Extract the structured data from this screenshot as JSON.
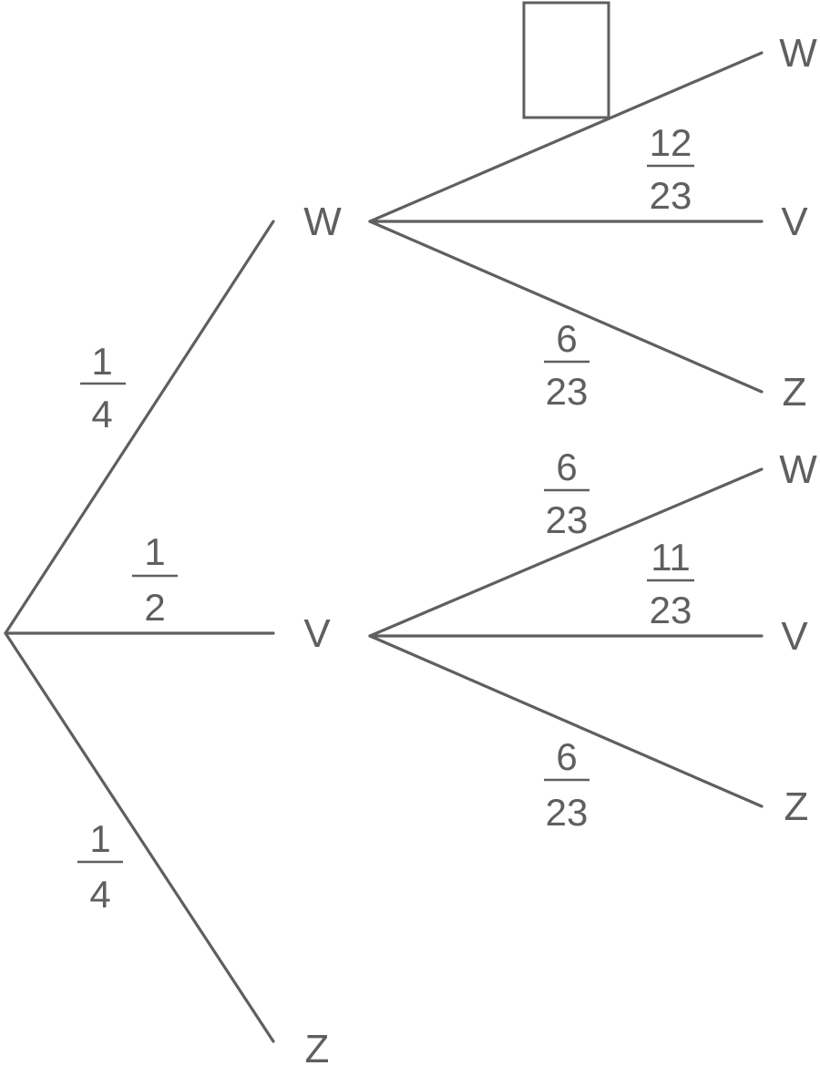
{
  "tree": {
    "first_stage": {
      "nodes": [
        "W",
        "V",
        "Z"
      ],
      "probabilities": [
        {
          "numerator": "1",
          "denominator": "4"
        },
        {
          "numerator": "1",
          "denominator": "2"
        },
        {
          "numerator": "1",
          "denominator": "4"
        }
      ]
    },
    "second_stage_after_W": {
      "nodes": [
        "W",
        "V",
        "Z"
      ],
      "probabilities": [
        {
          "numerator": "",
          "denominator": "",
          "blank": true
        },
        {
          "numerator": "12",
          "denominator": "23"
        },
        {
          "numerator": "6",
          "denominator": "23"
        }
      ]
    },
    "second_stage_after_V": {
      "nodes": [
        "W",
        "V",
        "Z"
      ],
      "probabilities": [
        {
          "numerator": "6",
          "denominator": "23"
        },
        {
          "numerator": "11",
          "denominator": "23"
        },
        {
          "numerator": "6",
          "denominator": "23"
        }
      ]
    }
  },
  "colors": {
    "ink": "#5f5f5f",
    "background": "#ffffff"
  }
}
